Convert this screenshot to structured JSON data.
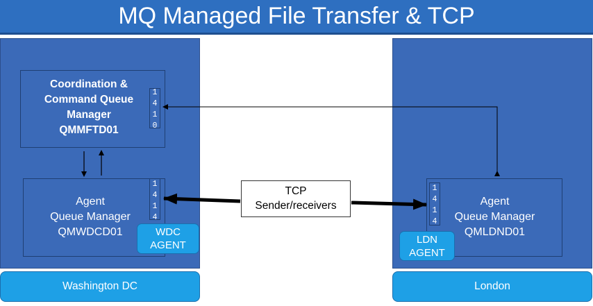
{
  "title": "MQ Managed File Transfer & TCP",
  "tcp": {
    "line1": "TCP",
    "line2": "Sender/receivers"
  },
  "coordination": {
    "label": "Coordination &\nCommand Queue\nManager\nQMMFTD01",
    "port": [
      "1",
      "4",
      "1",
      "0"
    ]
  },
  "wdc_agent_qm": {
    "label": "Agent\nQueue Manager\nQMWDCD01",
    "port": [
      "1",
      "4",
      "1",
      "4"
    ],
    "agent": "WDC\nAGENT"
  },
  "ldn_agent_qm": {
    "label": "Agent\nQueue Manager\nQMLDND01",
    "port": [
      "1",
      "4",
      "1",
      "4"
    ],
    "agent": "LDN\nAGENT"
  },
  "locations": {
    "left": "Washington DC",
    "right": "London"
  },
  "colors": {
    "region": "#3b6ab8",
    "title_bar": "#2e6fc0",
    "badge": "#1ea0e6"
  }
}
